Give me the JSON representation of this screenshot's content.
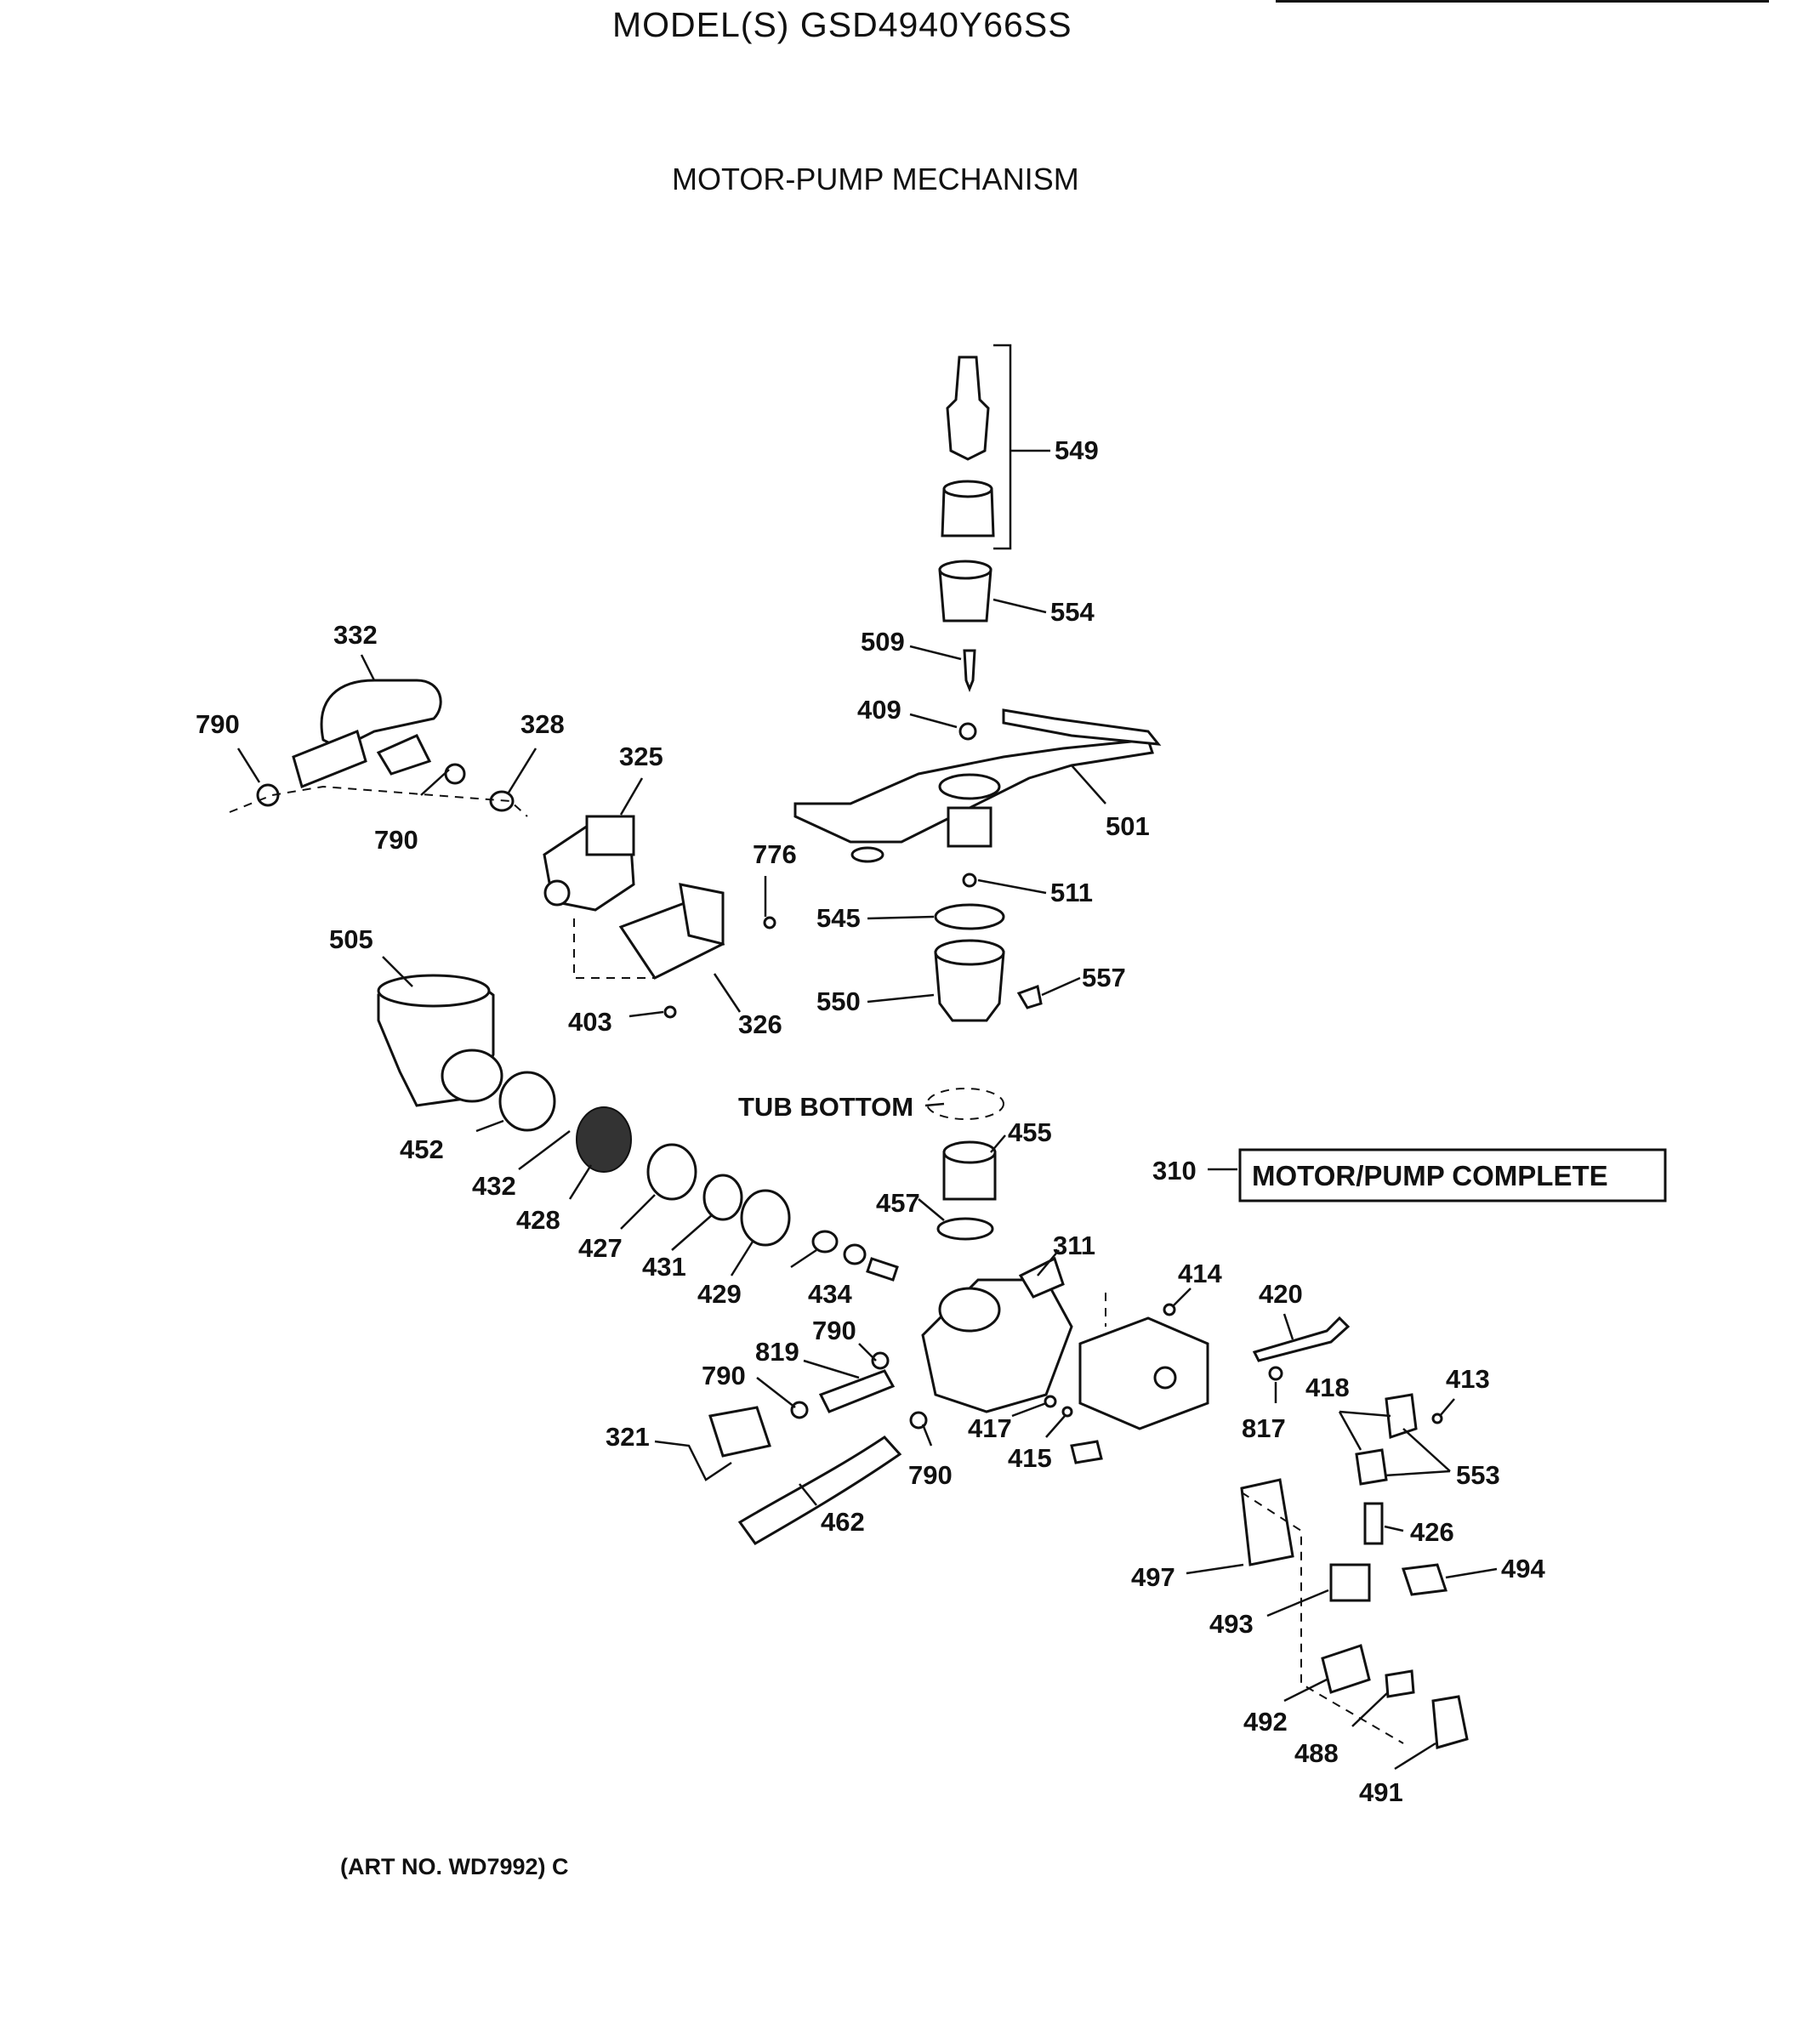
{
  "header": {
    "model": "MODEL(S) GSD4940Y66SS",
    "section": "MOTOR-PUMP MECHANISM"
  },
  "footer": {
    "art_no": "(ART NO. WD7992) C"
  },
  "callouts": {
    "p549": "549",
    "p554": "554",
    "p509": "509",
    "p409": "409",
    "p501": "501",
    "p511": "511",
    "p545": "545",
    "p550": "550",
    "p557": "557",
    "p332": "332",
    "p790a": "790",
    "p790b": "790",
    "p328": "328",
    "p325": "325",
    "p776": "776",
    "p505": "505",
    "p403": "403",
    "p326": "326",
    "tub_bottom": "TUB BOTTOM",
    "p455": "455",
    "p310": "310",
    "motor_complete": "MOTOR/PUMP COMPLETE",
    "p452": "452",
    "p432": "432",
    "p428": "428",
    "p427": "427",
    "p431": "431",
    "p429": "429",
    "p434": "434",
    "p457": "457",
    "p311": "311",
    "p414": "414",
    "p420": "420",
    "p819": "819",
    "p790c": "790",
    "p790d": "790",
    "p321": "321",
    "p790e": "790",
    "p462": "462",
    "p417": "417",
    "p415": "415",
    "p817": "817",
    "p418": "418",
    "p413": "413",
    "p553": "553",
    "p426": "426",
    "p497": "497",
    "p494": "494",
    "p493": "493",
    "p492": "492",
    "p488": "488",
    "p491": "491"
  }
}
